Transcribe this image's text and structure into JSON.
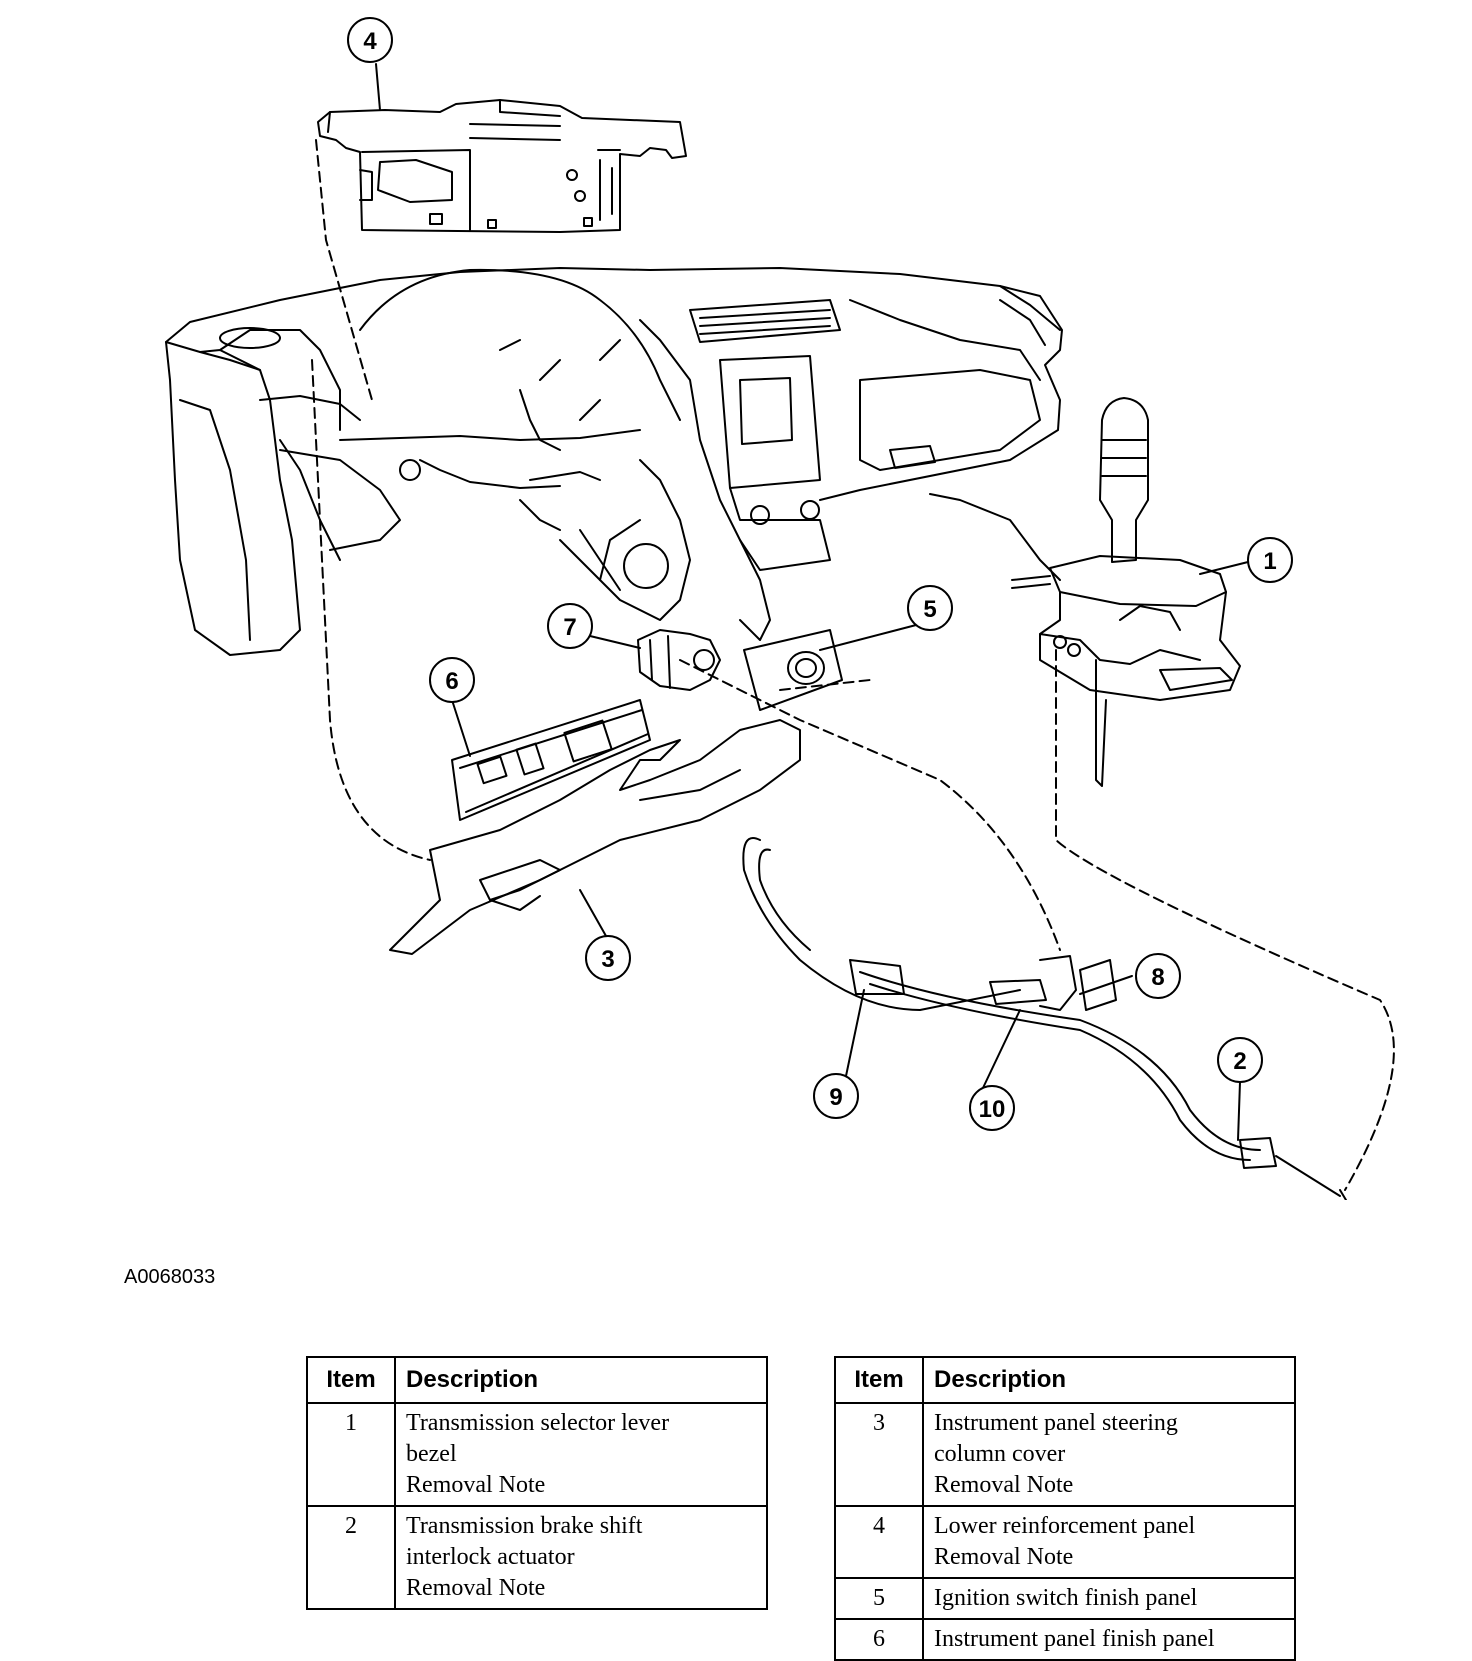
{
  "figure_id": "A0068033",
  "callouts": [
    "1",
    "2",
    "3",
    "4",
    "5",
    "6",
    "7",
    "8",
    "9",
    "10"
  ],
  "tables": [
    {
      "headers": {
        "item": "Item",
        "description": "Description"
      },
      "rows": [
        {
          "item": "1",
          "lines": [
            "Transmission selector lever",
            "bezel",
            "Removal Note"
          ]
        },
        {
          "item": "2",
          "lines": [
            "Transmission brake shift",
            "interlock actuator",
            "Removal Note"
          ]
        }
      ]
    },
    {
      "headers": {
        "item": "Item",
        "description": "Description"
      },
      "rows": [
        {
          "item": "3",
          "lines": [
            "Instrument panel steering",
            "column cover",
            "Removal Note"
          ]
        },
        {
          "item": "4",
          "lines": [
            "Lower reinforcement panel",
            "Removal Note"
          ]
        },
        {
          "item": "5",
          "lines": [
            "Ignition switch finish panel"
          ]
        },
        {
          "item": "6",
          "lines": [
            "Instrument panel finish panel"
          ]
        }
      ]
    }
  ]
}
